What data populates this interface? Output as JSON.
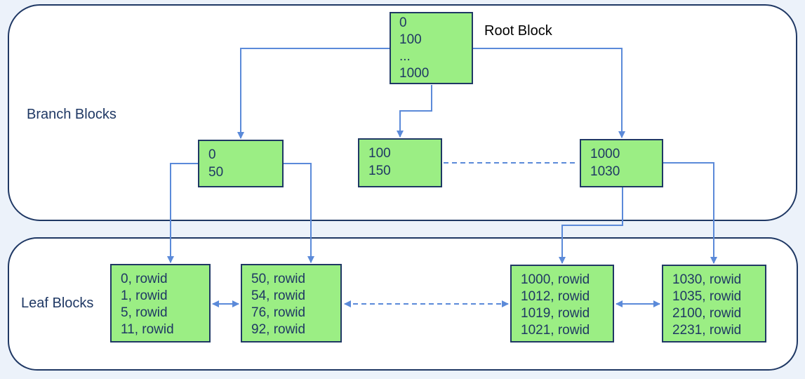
{
  "diagram": {
    "labels": {
      "root": "Root Block",
      "branch": "Branch Blocks",
      "leaf": "Leaf Blocks"
    },
    "root_block": {
      "lines": [
        "0",
        "100",
        "...",
        "1000"
      ]
    },
    "branch_blocks": [
      {
        "lines": [
          "0",
          "50"
        ]
      },
      {
        "lines": [
          "100",
          "150"
        ]
      },
      {
        "lines": [
          "1000",
          "1030"
        ]
      }
    ],
    "leaf_blocks": [
      {
        "lines": [
          "0, rowid",
          "1, rowid",
          "5, rowid",
          "11, rowid"
        ]
      },
      {
        "lines": [
          "50, rowid",
          "54, rowid",
          "76, rowid",
          "92, rowid"
        ]
      },
      {
        "lines": [
          "1000, rowid",
          "1012, rowid",
          "1019, rowid",
          "1021, rowid"
        ]
      },
      {
        "lines": [
          "1030, rowid",
          "1035, rowid",
          "2100, rowid",
          "2231, rowid"
        ]
      }
    ]
  },
  "colors": {
    "background": "#ECF2FA",
    "container_fill": "#FFFFFF",
    "container_border": "#1F3864",
    "block_fill": "#9BEE84",
    "block_border": "#1F3864",
    "block_text": "#1F3864",
    "arrow": "#5B8AD9",
    "label_black": "#000000",
    "label_navy": "#1F3864"
  }
}
